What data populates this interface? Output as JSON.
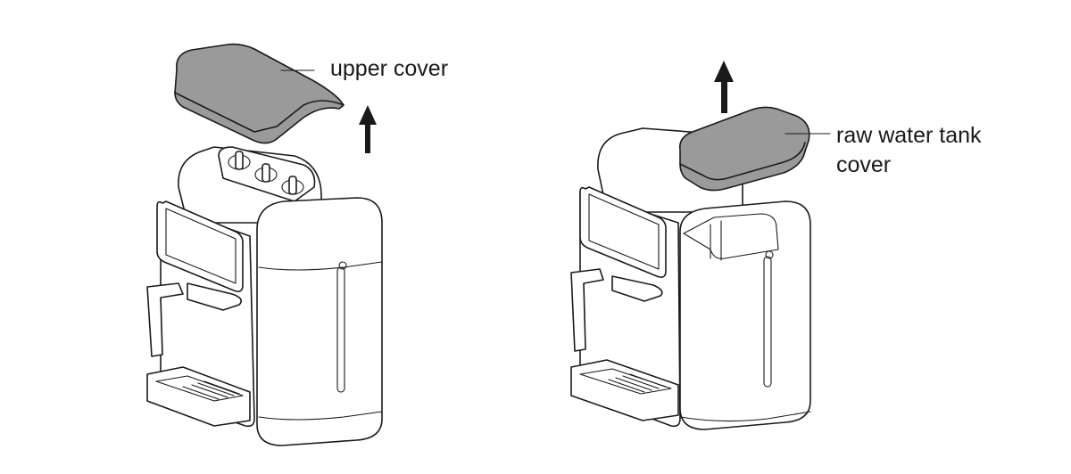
{
  "figure": {
    "left_panel": {
      "label": "upper cover"
    },
    "right_panel": {
      "label_line1": "raw water tank",
      "label_line2": "cover"
    }
  },
  "colors": {
    "cover_fill": "#9a9a9a",
    "outline": "#1a1a1a",
    "background": "#ffffff"
  },
  "icons": [
    "up-arrow-icon",
    "up-arrow-icon"
  ]
}
